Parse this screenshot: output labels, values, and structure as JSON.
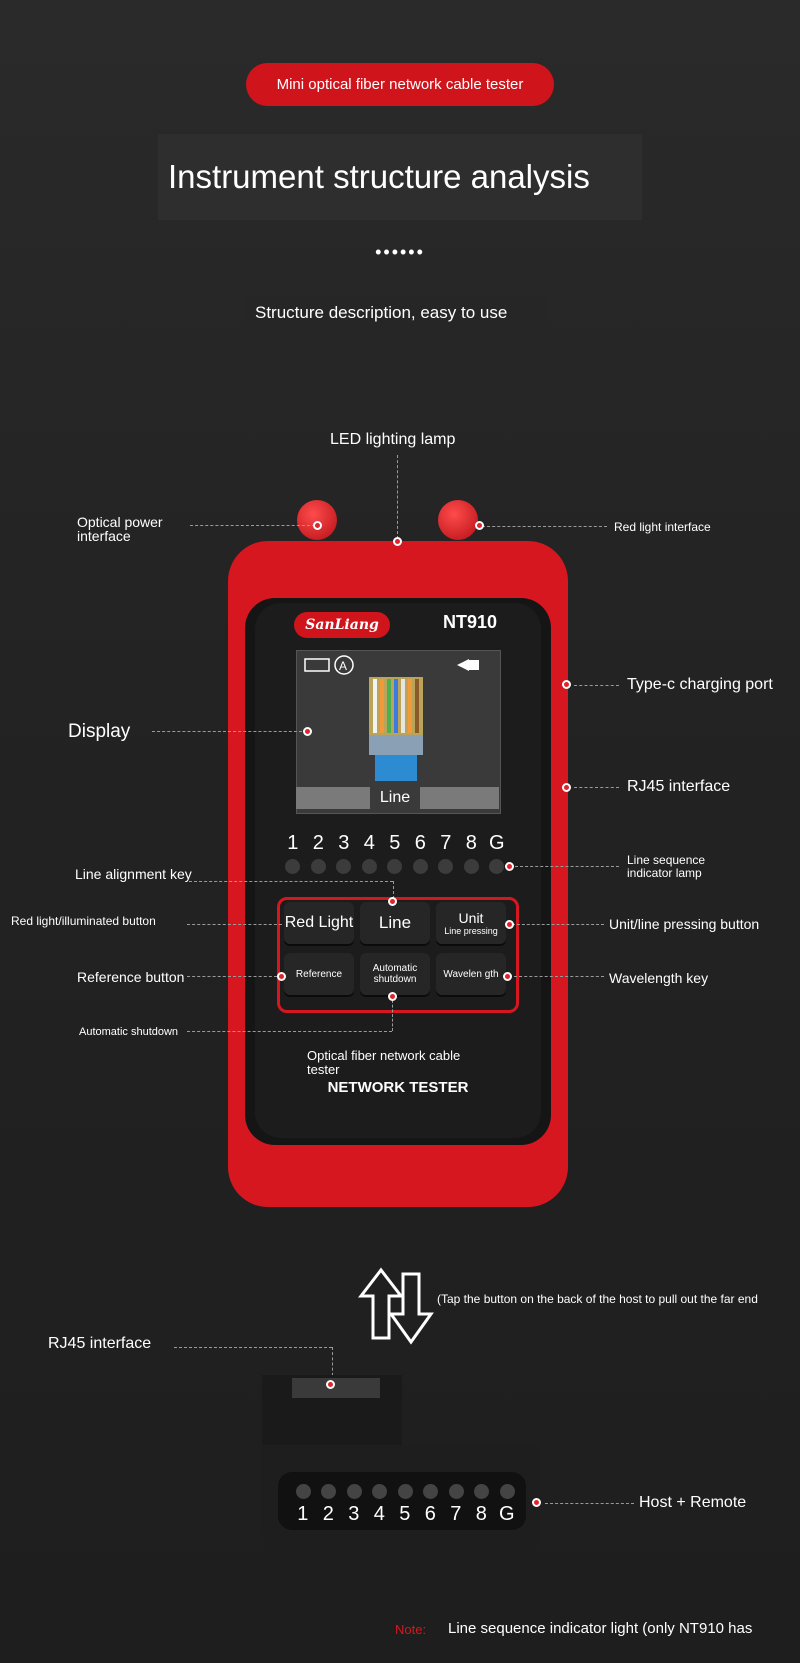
{
  "header": {
    "pill": "Mini optical fiber network cable tester",
    "title": "Instrument structure analysis",
    "dots": "••••••",
    "subtitle": "Structure description, easy to use"
  },
  "labels": {
    "led": "LED lighting lamp",
    "optical_power": "Optical power interface",
    "red_light_interface": "Red light interface",
    "display": "Display",
    "typec": "Type-c charging port",
    "rj45": "RJ45 interface",
    "line_alignment": "Line alignment key",
    "line_sequence_lamp": "Line sequence indicator lamp",
    "red_light_button": "Red light/illuminated button",
    "unit_line_button": "Unit/line pressing button",
    "reference_button": "Reference button",
    "wavelength_key": "Wavelength key",
    "auto_shutdown": "Automatic shutdown",
    "product_desc": "Optical fiber network cable tester",
    "tap_note": "(Tap the button on the back of the host to pull out the far end",
    "rj45_remote": "RJ45 interface",
    "host_remote": "Host + Remote"
  },
  "device": {
    "brand": "SanLiang",
    "model": "NT910",
    "screen_mode": "Line",
    "print": "NETWORK TESTER",
    "pins": [
      "1",
      "2",
      "3",
      "4",
      "5",
      "6",
      "7",
      "8",
      "G"
    ],
    "keys": {
      "red_light": "Red Light",
      "line": "Line",
      "unit": "Unit",
      "line_pressing": "Line pressing",
      "reference": "Reference",
      "automatic_shutdown": "Automatic shutdown",
      "wavelength": "Wavelen gth"
    }
  },
  "remote": {
    "pins": [
      "1",
      "2",
      "3",
      "4",
      "5",
      "6",
      "7",
      "8",
      "G"
    ]
  },
  "footer": {
    "note_label": "Note:",
    "note_text": "Line sequence indicator light (only NT910 has"
  },
  "colors": {
    "accent": "#d6171f",
    "background": "#232323"
  }
}
